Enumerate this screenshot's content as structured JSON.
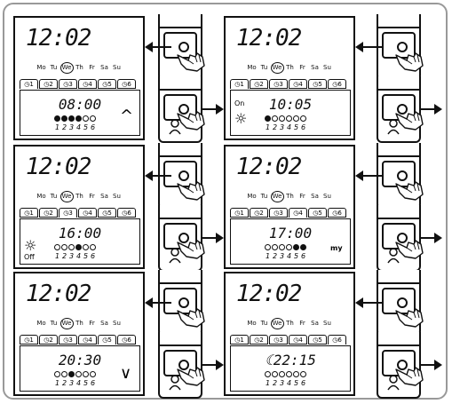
{
  "clock_time": "12:02",
  "weekdays": [
    "Mo",
    "Tu",
    "We",
    "Th",
    "Fr",
    "Sa",
    "Su"
  ],
  "selected_day": "We",
  "program_tabs": [
    "1",
    "2",
    "3",
    "4",
    "5",
    "6"
  ],
  "panels": [
    {
      "id": "p1",
      "active_tab": 0,
      "time": "08:00",
      "dots": [
        1,
        1,
        1,
        1,
        0,
        0
      ],
      "indicator": "^",
      "state_label": ""
    },
    {
      "id": "p2",
      "active_tab": 0,
      "time": "10:05",
      "dots": [
        1,
        0,
        0,
        0,
        0,
        0
      ],
      "indicator": "sun",
      "state_label": "On"
    },
    {
      "id": "p3",
      "active_tab": 2,
      "time": "16:00",
      "dots": [
        0,
        0,
        0,
        1,
        0,
        0
      ],
      "indicator": "sun",
      "state_label": "Off"
    },
    {
      "id": "p4",
      "active_tab": 3,
      "time": "17:00",
      "dots": [
        0,
        0,
        0,
        0,
        1,
        1
      ],
      "indicator": "my",
      "state_label": "my"
    },
    {
      "id": "p5",
      "active_tab": 4,
      "time": "20:30",
      "dots": [
        0,
        0,
        1,
        0,
        0,
        0
      ],
      "indicator": "v",
      "state_label": ""
    },
    {
      "id": "p6",
      "active_tab": 5,
      "time": "22:15",
      "dots": [
        0,
        0,
        0,
        0,
        0,
        0
      ],
      "indicator": "moon",
      "state_label": ""
    }
  ],
  "day_numbers": [
    "1",
    "2",
    "3",
    "4",
    "5",
    "6"
  ],
  "icons": {
    "clock_tab": "clock-icon",
    "hand": "pointing-hand-icon",
    "remote": "remote-control-icon",
    "sun": "sun-icon",
    "moon": "moon-icon",
    "person": "person-icon"
  }
}
